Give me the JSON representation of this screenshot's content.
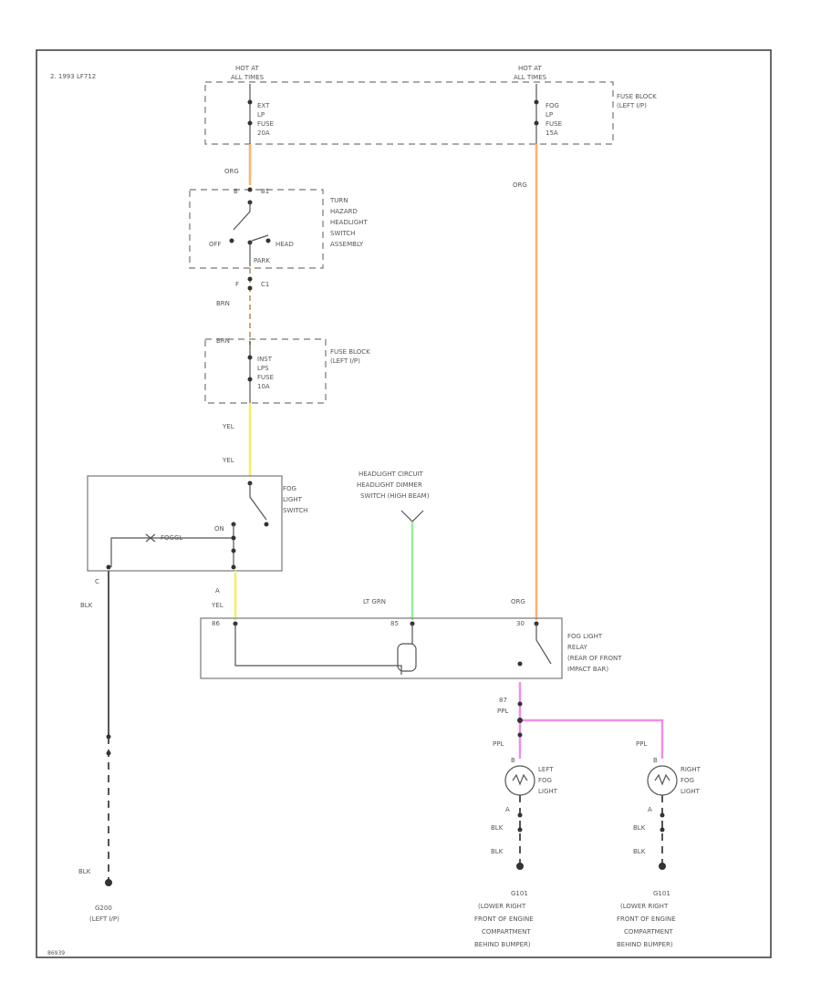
{
  "diagram": {
    "corner_note": "2. 1993 LF712",
    "figure_id": "86939",
    "colors": {
      "orange": "#ffb070",
      "yellow": "#f2f060",
      "green": "#98ee98",
      "pink": "#f08ee8",
      "black_wire": "#555555",
      "frame": "#444444"
    },
    "hot_at": "HOT AT",
    "all_times": "ALL TIMES",
    "fuse_ext_lp": [
      "EXT",
      "LP",
      "FUSE",
      "20A"
    ],
    "fuse_fog_lp": [
      "FOG",
      "LP",
      "FUSE",
      "15A"
    ],
    "fuse_block_left_ip": [
      "FUSE BLOCK",
      "(LEFT I/P)"
    ],
    "fuse_block_left_ip_2": [
      "FUSE BLOCK",
      "(LEFT I/P)"
    ],
    "fuse_inst_lps": [
      "INST",
      "LPS",
      "FUSE",
      "10A"
    ],
    "turn_hazard_switch": [
      "TURN",
      "HAZARD",
      "HEADLIGHT",
      "SWITCH",
      "ASSEMBLY"
    ],
    "switch_off": "OFF",
    "switch_head": "HEAD",
    "switch_park": "PARK",
    "pin_b": "B",
    "pin_b1": "B1",
    "pin_f": "F",
    "pin_c1": "C1",
    "pin_c": "C",
    "pin_a": "A",
    "pin_a_fog": "A",
    "pin_a_left": "A",
    "pin_a_right": "A",
    "pin_b_left": "B",
    "pin_b_right": "B",
    "pin_87": "87",
    "pin_30": "30",
    "pin_86": "86",
    "pin_85": "85",
    "wire_org_1": "ORG",
    "wire_org_2": "ORG",
    "wire_org_3": "ORG",
    "wire_brn_1": "BRN",
    "wire_brn_2": "BRN",
    "wire_yel_1": "YEL",
    "wire_yel_2": "YEL",
    "wire_yel_3": "YEL",
    "wire_lt_grn": "LT GRN",
    "wire_blk_1": "BLK",
    "wire_blk_2": "BLK",
    "wire_blk_3": "BLK",
    "wire_blk_4": "BLK",
    "wire_blk_5": "BLK",
    "wire_blk_6": "BLK",
    "wire_ppl_1": "PPL",
    "wire_ppl_2": "PPL",
    "wire_ppl_3": "PPL",
    "fog_light_switch": [
      "FOG",
      "LIGHT",
      "SWITCH"
    ],
    "fog_switch_on": "ON",
    "fog_switch_lamp": "FOGGL",
    "headlight_circuit": [
      "HEADLIGHT CIRCUIT",
      "HEADLIGHT DIMMER",
      "SWITCH (HIGH BEAM)"
    ],
    "fog_relay": [
      "FOG LIGHT",
      "RELAY",
      "(REAR OF FRONT",
      "IMPACT BAR)"
    ],
    "left_fog_light": [
      "LEFT",
      "FOG",
      "LIGHT"
    ],
    "right_fog_light": [
      "RIGHT",
      "FOG",
      "LIGHT"
    ],
    "ground_left_ip": [
      "G200",
      "(LEFT I/P)"
    ],
    "ground_left": [
      "G101",
      "(LOWER RIGHT",
      "FRONT OF ENGINE",
      "COMPARTMENT",
      "BEHIND BUMPER)"
    ],
    "ground_right": [
      "G101",
      "(LOWER RIGHT",
      "FRONT OF ENGINE",
      "COMPARTMENT",
      "BEHIND BUMPER)"
    ]
  }
}
